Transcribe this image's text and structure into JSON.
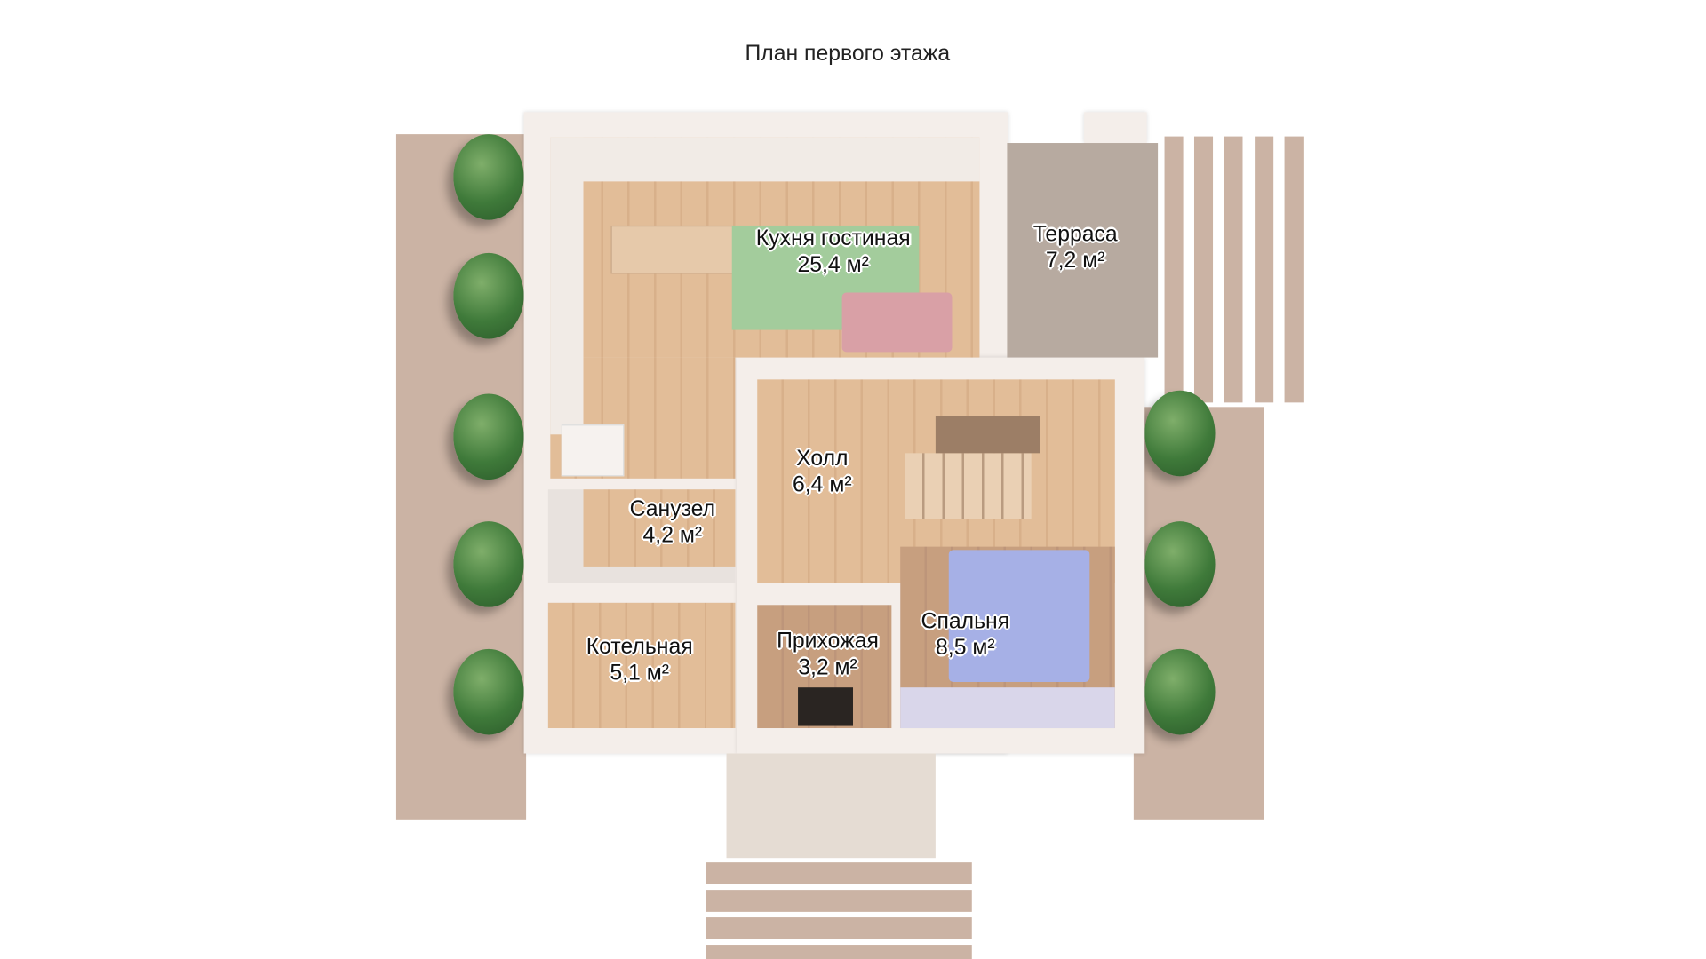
{
  "title": "План первого этажа",
  "rooms": [
    {
      "name": "Кухня гостиная",
      "area": "25,4 м²"
    },
    {
      "name": "Терраса",
      "area": "7,2 м²"
    },
    {
      "name": "Холл",
      "area": "6,4 м²"
    },
    {
      "name": "Санузел",
      "area": "4,2 м²"
    },
    {
      "name": "Котельная",
      "area": "5,1 м²"
    },
    {
      "name": "Прихожая",
      "area": "3,2 м²"
    },
    {
      "name": "Спальня",
      "area": "8,5 м²"
    }
  ],
  "colors": {
    "ground": "#cbb3a4",
    "wall": "#f4eeea",
    "floor": "#e2bd98",
    "rug": "#a3cc9c",
    "sofa": "#d9a0a6",
    "bed": "#a6b0e6"
  }
}
